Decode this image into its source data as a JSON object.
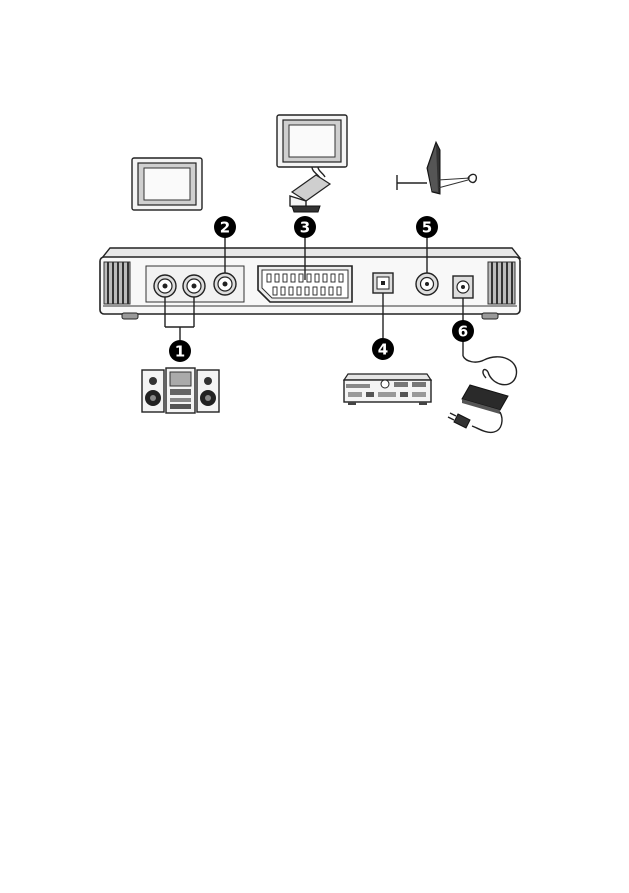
{
  "callouts": [
    {
      "number": "1",
      "target": "rca-audio-out-left-right"
    },
    {
      "number": "2",
      "target": "composite-video-out"
    },
    {
      "number": "3",
      "target": "scart-out"
    },
    {
      "number": "4",
      "target": "optical-digital-audio-out"
    },
    {
      "number": "5",
      "target": "satellite-lnb-in"
    },
    {
      "number": "6",
      "target": "dc-power-in"
    }
  ],
  "devices": [
    {
      "name": "television",
      "icon": "tv-icon"
    },
    {
      "name": "tv-with-scart-cable",
      "icon": "tv-scart-icon"
    },
    {
      "name": "satellite-dish",
      "icon": "satellite-dish-icon"
    },
    {
      "name": "hifi-stereo-system",
      "icon": "stereo-icon"
    },
    {
      "name": "av-receiver",
      "icon": "av-receiver-icon"
    },
    {
      "name": "power-adapter",
      "icon": "power-adapter-icon"
    }
  ],
  "colors": {
    "line": "#222222",
    "badge": "#000000",
    "background": "#ffffff"
  }
}
